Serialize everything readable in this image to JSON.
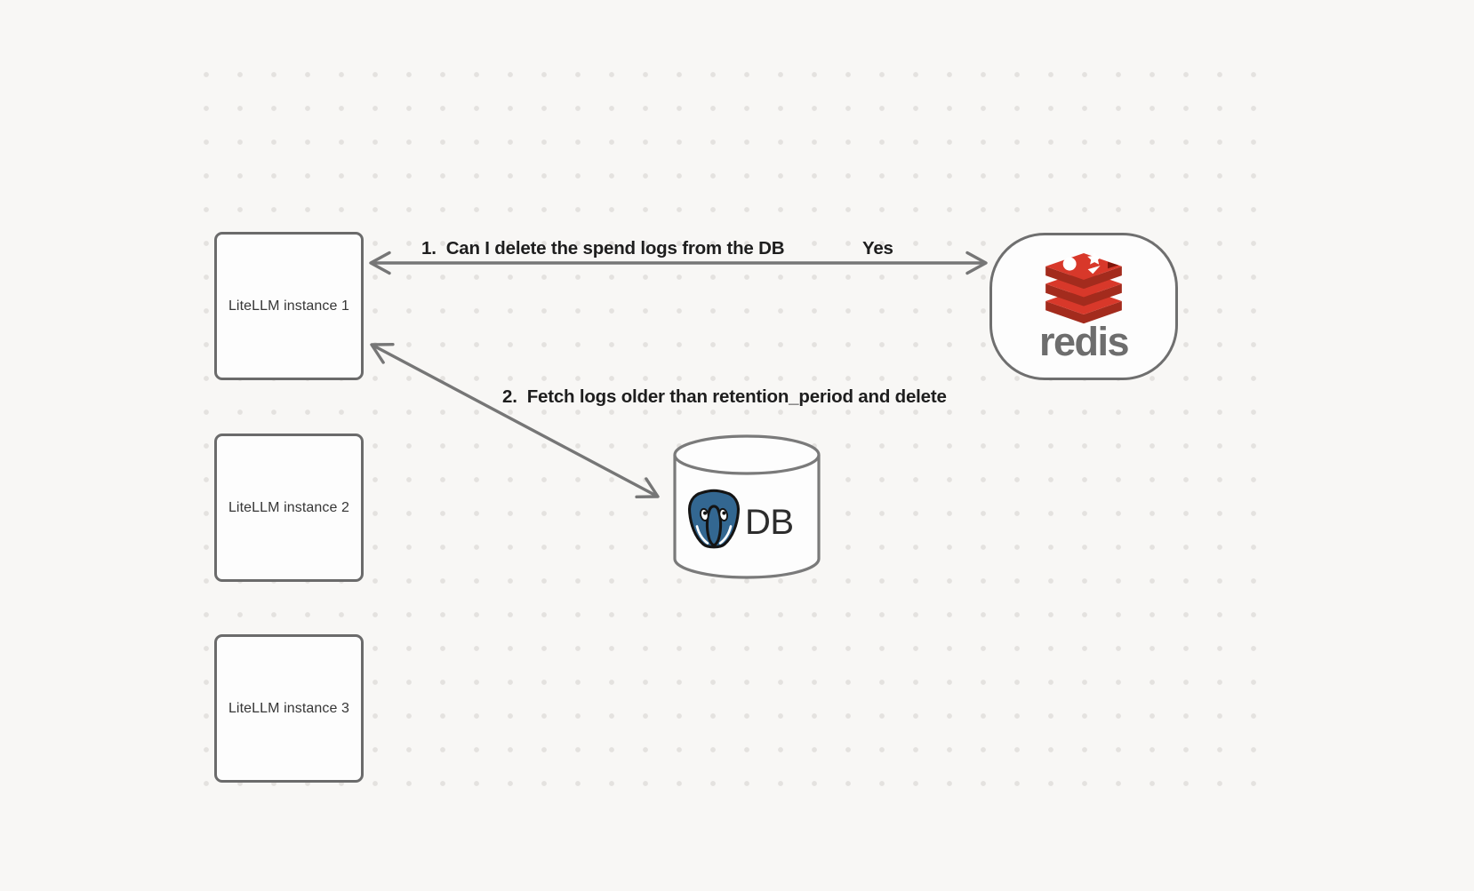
{
  "canvas": {
    "background_color": "#f8f7f5",
    "dot_color": "#e4e2df",
    "stroke_color": "#767676"
  },
  "nodes": {
    "instances": [
      {
        "label": "LiteLLM instance 1"
      },
      {
        "label": "LiteLLM instance 2"
      },
      {
        "label": "LiteLLM instance 3"
      }
    ],
    "redis": {
      "wordmark": "redis",
      "icon": "redis-stack-icon",
      "brand_red": "#d8382a",
      "brand_red_dark": "#a32b1d"
    },
    "db": {
      "label": "DB",
      "icon": "postgresql-elephant-icon",
      "postgres_blue": "#336791"
    }
  },
  "edges": [
    {
      "label": "1.  Can I delete the spend logs from the DB",
      "response": "Yes",
      "style": "double-headed-arrow"
    },
    {
      "label": "2.  Fetch logs older than retention_period and delete",
      "style": "double-headed-arrow"
    }
  ]
}
